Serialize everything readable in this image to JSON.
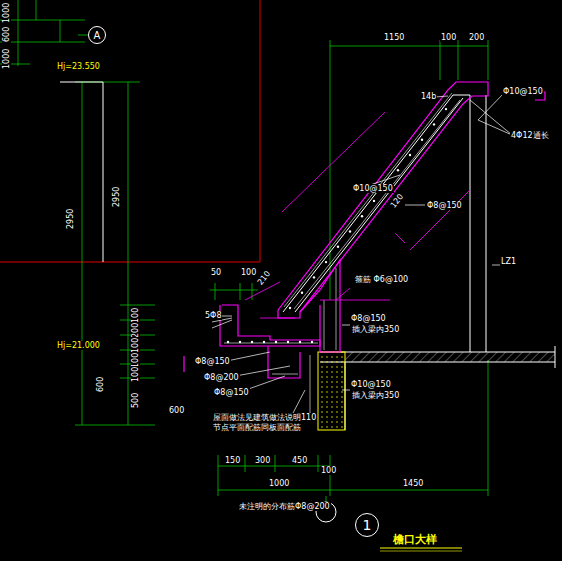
{
  "diagram": {
    "title": "檐口大样",
    "nodes": [
      {
        "text": [
          "A"
        ]
      },
      {
        "text": [
          "1"
        ]
      }
    ],
    "labels": [
      "1000",
      "600",
      "1000",
      "Hj=23.550",
      "2950",
      "2950",
      "100",
      "200",
      "100",
      "100",
      "100",
      "600",
      "500",
      "Hj=21.000",
      "1150",
      "100",
      "200",
      "14b",
      "Φ10@150",
      "4Φ12通长",
      "Φ10@150",
      "Φ8@150",
      "120",
      "LZ1",
      "50",
      "100",
      "210",
      "5Φ8",
      "箍筋 Φ6@100",
      "Φ8@150",
      "插入梁内350",
      "Φ10@150",
      "插入梁内350",
      "Φ8@150",
      "Φ8@200",
      "Φ8@150",
      "600",
      "屋面做法见建筑做法说明110",
      "节点平面配筋同板面配筋",
      "150",
      "300",
      "450",
      "100",
      "1000",
      "1450",
      "未注明的分布筋Φ8@200"
    ]
  }
}
